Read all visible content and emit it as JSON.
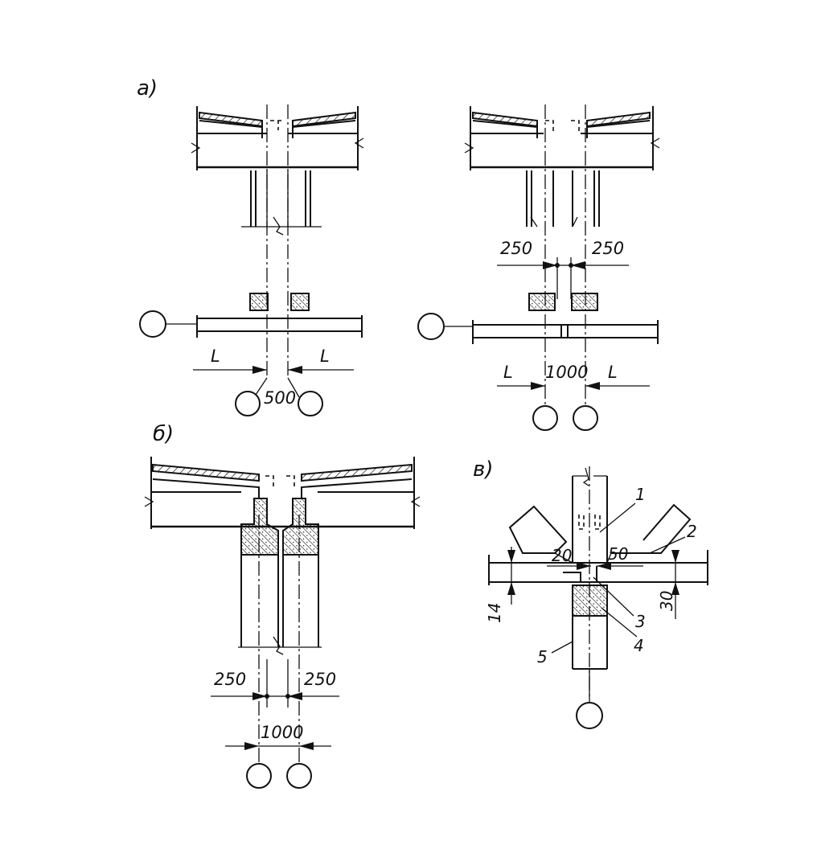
{
  "panels": {
    "a": {
      "label": "а)",
      "left": {
        "dim_left": "L",
        "dim_right": "L",
        "dim_gap": "500"
      },
      "right": {
        "dim_250_left": "250",
        "dim_250_right": "250",
        "dim_left": "L",
        "dim_gap": "1000",
        "dim_right": "L"
      }
    },
    "b": {
      "label": "б)",
      "dim_250_left": "250",
      "dim_250_right": "250",
      "dim_gap": "1000"
    },
    "c": {
      "label": "в)",
      "dims": {
        "d20": "20",
        "d50": "50",
        "d14": "14",
        "d30": "30"
      },
      "callouts": {
        "c1": "1",
        "c2": "2",
        "c3": "3",
        "c4": "4",
        "c5": "5"
      }
    }
  }
}
